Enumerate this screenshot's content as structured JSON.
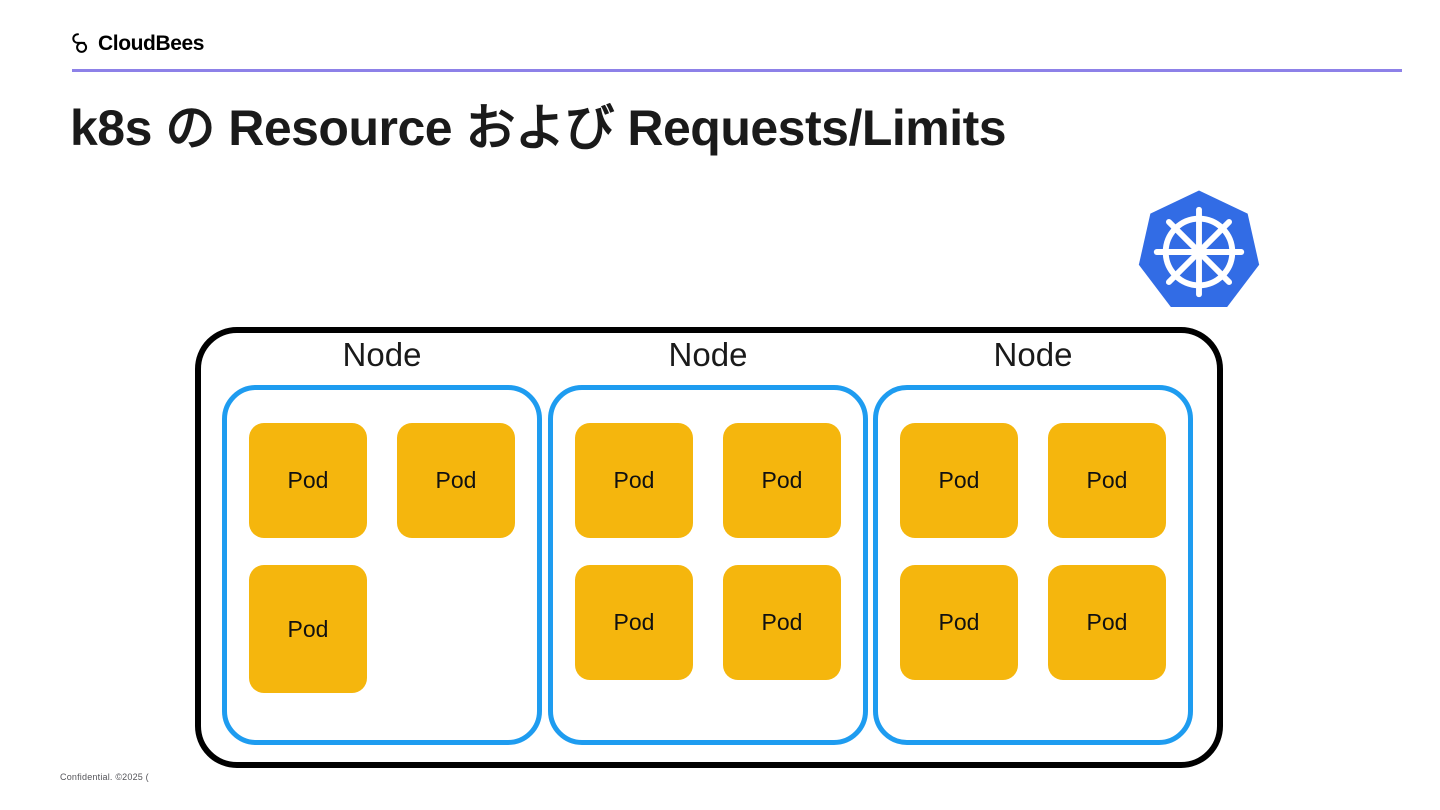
{
  "brand": {
    "name": "CloudBees",
    "logo_icon": "cloudbees-bee-icon",
    "rule_color": "#8d81e8"
  },
  "title": "k8s の Resource および Requests/Limits",
  "kubernetes_logo": {
    "icon": "kubernetes-helm-wheel-icon",
    "fill_color": "#326ce5",
    "glyph_color": "#ffffff"
  },
  "diagram": {
    "name": "kubernetes-cluster-node-pod-diagram",
    "cluster_border_color": "#000000",
    "node_border_color": "#1e9cf0",
    "pod_fill_color": "#f5b60d",
    "pod_text_color": "#111111",
    "nodes": [
      {
        "label": "Node",
        "pod_count": 3,
        "pods": [
          {
            "label": "Pod",
            "slot": "r1c1"
          },
          {
            "label": "Pod",
            "slot": "r1c2"
          },
          {
            "label": "Pod",
            "slot": "r2c1-tall"
          }
        ]
      },
      {
        "label": "Node",
        "pod_count": 4,
        "pods": [
          {
            "label": "Pod",
            "slot": "r1c1"
          },
          {
            "label": "Pod",
            "slot": "r1c2"
          },
          {
            "label": "Pod",
            "slot": "r2c1"
          },
          {
            "label": "Pod",
            "slot": "r2c2"
          }
        ]
      },
      {
        "label": "Node",
        "pod_count": 4,
        "pods": [
          {
            "label": "Pod",
            "slot": "r1c1"
          },
          {
            "label": "Pod",
            "slot": "r1c2"
          },
          {
            "label": "Pod",
            "slot": "r2c1"
          },
          {
            "label": "Pod",
            "slot": "r2c2"
          }
        ]
      }
    ]
  },
  "footer": {
    "confidential_note": "Confidential. ©2025 ("
  }
}
